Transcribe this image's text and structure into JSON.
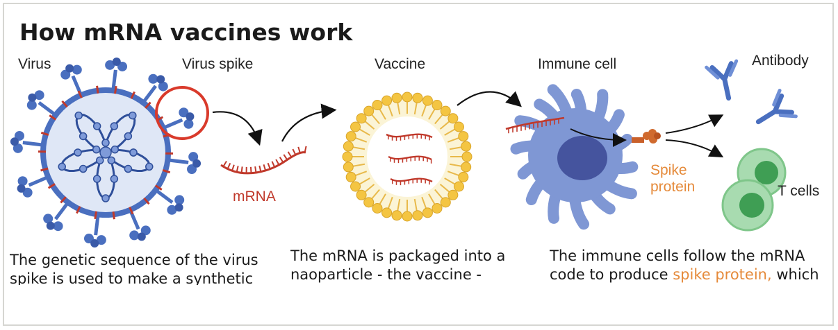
{
  "title": "How mRNA vaccines work",
  "labels": {
    "virus": "Virus",
    "virus_spike": "Virus spike",
    "mrna": "mRNA",
    "vaccine": "Vaccine",
    "immune_cell": "Immune cell",
    "antibody": "Antibody",
    "spike_protein_line1": "Spike",
    "spike_protein_line2": "protein",
    "t_cells": "T cells"
  },
  "captions": {
    "c1_line1": "The genetic sequence of the virus",
    "c1_line2": "spike is used to make a synthetic",
    "c2_line1": "The mRNA is packaged into a",
    "c2_line2": "naoparticle - the vaccine -",
    "c3_line1": "The immune cells follow the mRNA",
    "c3_line2_pre": "code to produce ",
    "c3_line2_hl": "spike protein,",
    "c3_line2_post": " which"
  },
  "colors": {
    "virus_blue": "#4a6fbf",
    "virus_fill": "#dfe7f6",
    "mrna_red": "#c0392b",
    "lipid_yellow": "#f4c542",
    "cell_blue": "#7f97d4",
    "nucleus": "#45549e",
    "spike_orange": "#e58a3a",
    "tcell_green": "#7fc68a"
  }
}
